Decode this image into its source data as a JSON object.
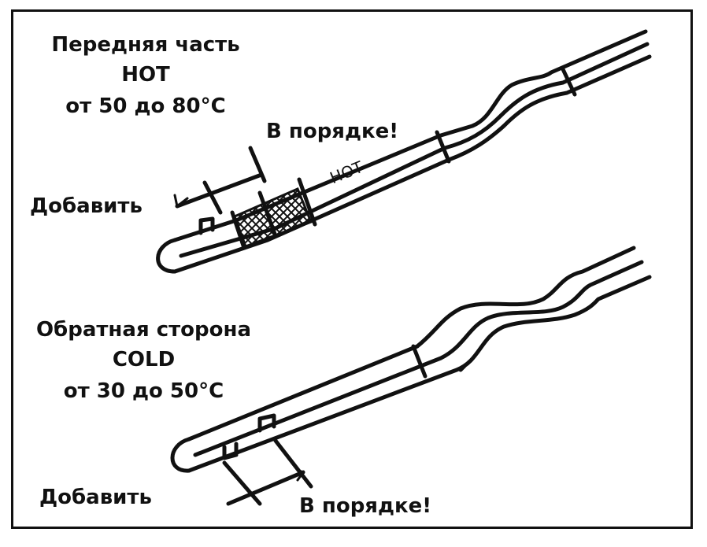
{
  "top": {
    "title_line1": "Передняя часть",
    "title_line2": "HOT",
    "title_line3": "от 50 до 80°C",
    "ok_label": "В порядке!",
    "add_label": "Добавить",
    "gauge_text": "HOT"
  },
  "bottom": {
    "title_line1": "Обратная сторона",
    "title_line2": "COLD",
    "title_line3": "от 30 до 50°C",
    "add_label": "Добавить",
    "ok_label": "В порядке!"
  },
  "colors": {
    "ink": "#111111",
    "background": "#ffffff"
  }
}
